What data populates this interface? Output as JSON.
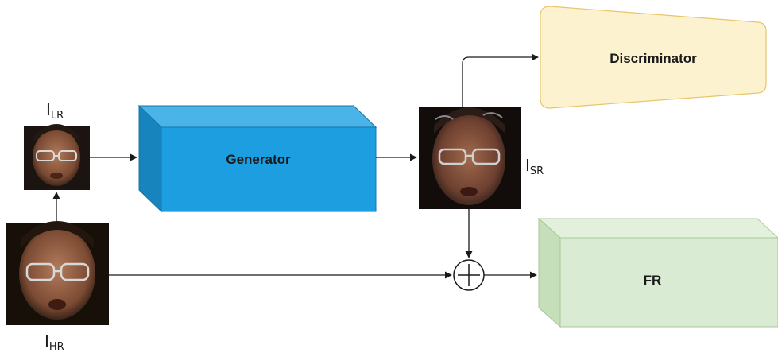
{
  "nodes": {
    "generator": {
      "label": "Generator"
    },
    "discriminator": {
      "label": "Discriminator"
    },
    "fr": {
      "label": "FR"
    },
    "sum": {
      "symbol": "+"
    }
  },
  "images": {
    "lr": {
      "main": "I",
      "sub": "LR"
    },
    "sr": {
      "main": "I",
      "sub": "SR"
    },
    "hr": {
      "main": "I",
      "sub": "HR"
    }
  },
  "colors": {
    "generator_front": "#1c9ee0",
    "generator_side": "#1784bd",
    "generator_top": "#4ab3e8",
    "discriminator_fill": "#fdf2d0",
    "discriminator_stroke": "#e8c56a",
    "fr_front": "#d9ebd2",
    "fr_side": "#c5dfba",
    "fr_top": "#e3f1dc",
    "fr_stroke": "#a8c99a",
    "arrow": "#1a1a1a"
  }
}
